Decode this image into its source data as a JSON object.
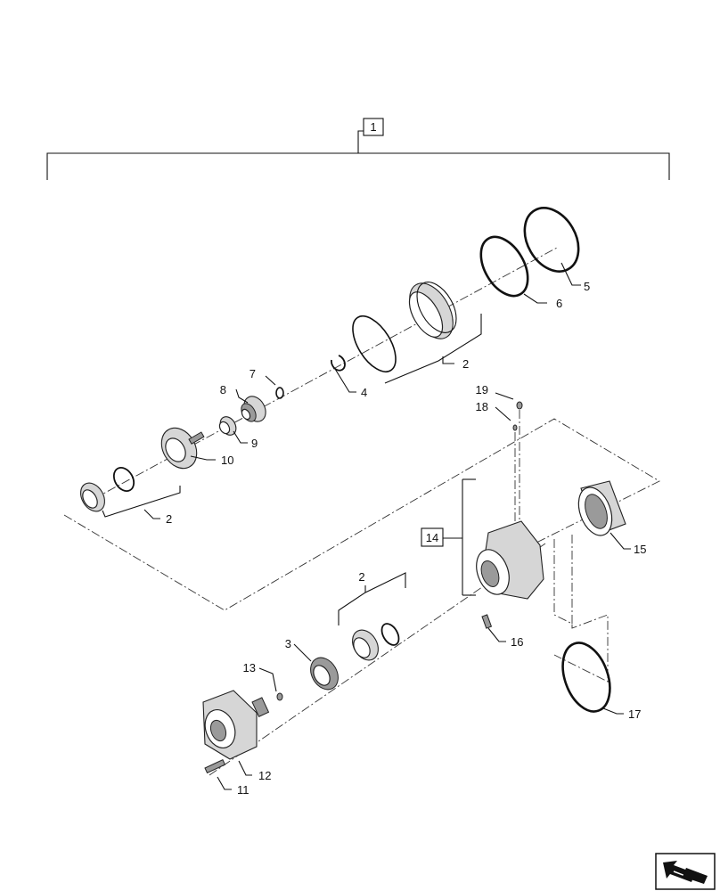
{
  "diagram": {
    "callouts": [
      {
        "id": "c1",
        "text": "1",
        "boxed": true
      },
      {
        "id": "c2a",
        "text": "2"
      },
      {
        "id": "c2b",
        "text": "2"
      },
      {
        "id": "c2c",
        "text": "2"
      },
      {
        "id": "c3",
        "text": "3"
      },
      {
        "id": "c4",
        "text": "4"
      },
      {
        "id": "c5",
        "text": "5"
      },
      {
        "id": "c6",
        "text": "6"
      },
      {
        "id": "c7",
        "text": "7"
      },
      {
        "id": "c8",
        "text": "8"
      },
      {
        "id": "c9",
        "text": "9"
      },
      {
        "id": "c10",
        "text": "10"
      },
      {
        "id": "c11",
        "text": "11"
      },
      {
        "id": "c12",
        "text": "12"
      },
      {
        "id": "c13",
        "text": "13"
      },
      {
        "id": "c14",
        "text": "14",
        "boxed": true
      },
      {
        "id": "c15",
        "text": "15"
      },
      {
        "id": "c16",
        "text": "16"
      },
      {
        "id": "c17",
        "text": "17"
      },
      {
        "id": "c18",
        "text": "18"
      },
      {
        "id": "c19",
        "text": "19"
      }
    ],
    "nav_icon": "back-arrow-icon"
  }
}
